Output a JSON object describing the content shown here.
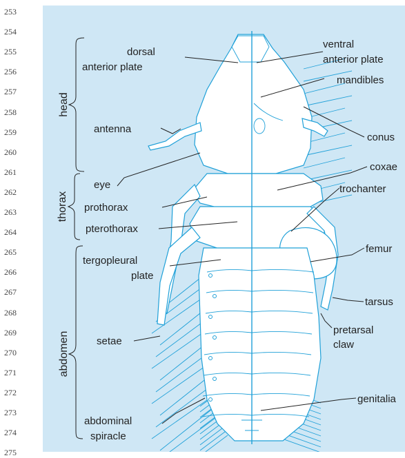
{
  "line_numbers": [
    "253",
    "254",
    "255",
    "256",
    "257",
    "258",
    "259",
    "260",
    "261",
    "262",
    "263",
    "264",
    "265",
    "266",
    "267",
    "268",
    "269",
    "270",
    "271",
    "272",
    "273",
    "274",
    "275"
  ],
  "groups": {
    "head": "head",
    "thorax": "thorax",
    "abdomen": "abdomen"
  },
  "labels": {
    "dorsal_anterior_plate_1": "dorsal",
    "dorsal_anterior_plate_2": "anterior plate",
    "ventral_anterior_plate_1": "ventral",
    "ventral_anterior_plate_2": "anterior plate",
    "mandibles": "mandibles",
    "antenna": "antenna",
    "conus": "conus",
    "coxae": "coxae",
    "eye": "eye",
    "trochanter": "trochanter",
    "prothorax": "prothorax",
    "pterothorax": "pterothorax",
    "femur": "femur",
    "tergopleural_plate_1": "tergopleural",
    "tergopleural_plate_2": "plate",
    "tarsus": "tarsus",
    "pretarsal_claw_1": "pretarsal",
    "pretarsal_claw_2": "claw",
    "setae": "setae",
    "genitalia": "genitalia",
    "abdominal_spiracle_1": "abdominal",
    "abdominal_spiracle_2": "spiracle"
  },
  "colors": {
    "panel": "#cfe7f5",
    "outline": "#1fa0d8",
    "text": "#222222"
  }
}
